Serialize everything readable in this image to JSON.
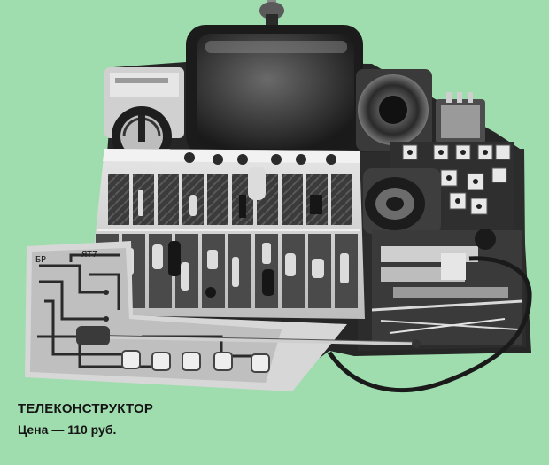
{
  "caption": {
    "title": "ТЕЛЕКОНСТРУКТОР",
    "price": "Цена — 110 руб."
  },
  "board_markings": {
    "left": "БР",
    "right": "ЯТ7"
  },
  "colors": {
    "background": "#9fdcae",
    "photo_dark": "#1f1f1f",
    "photo_light": "#d9d9d9",
    "caption_text": "#141414"
  }
}
